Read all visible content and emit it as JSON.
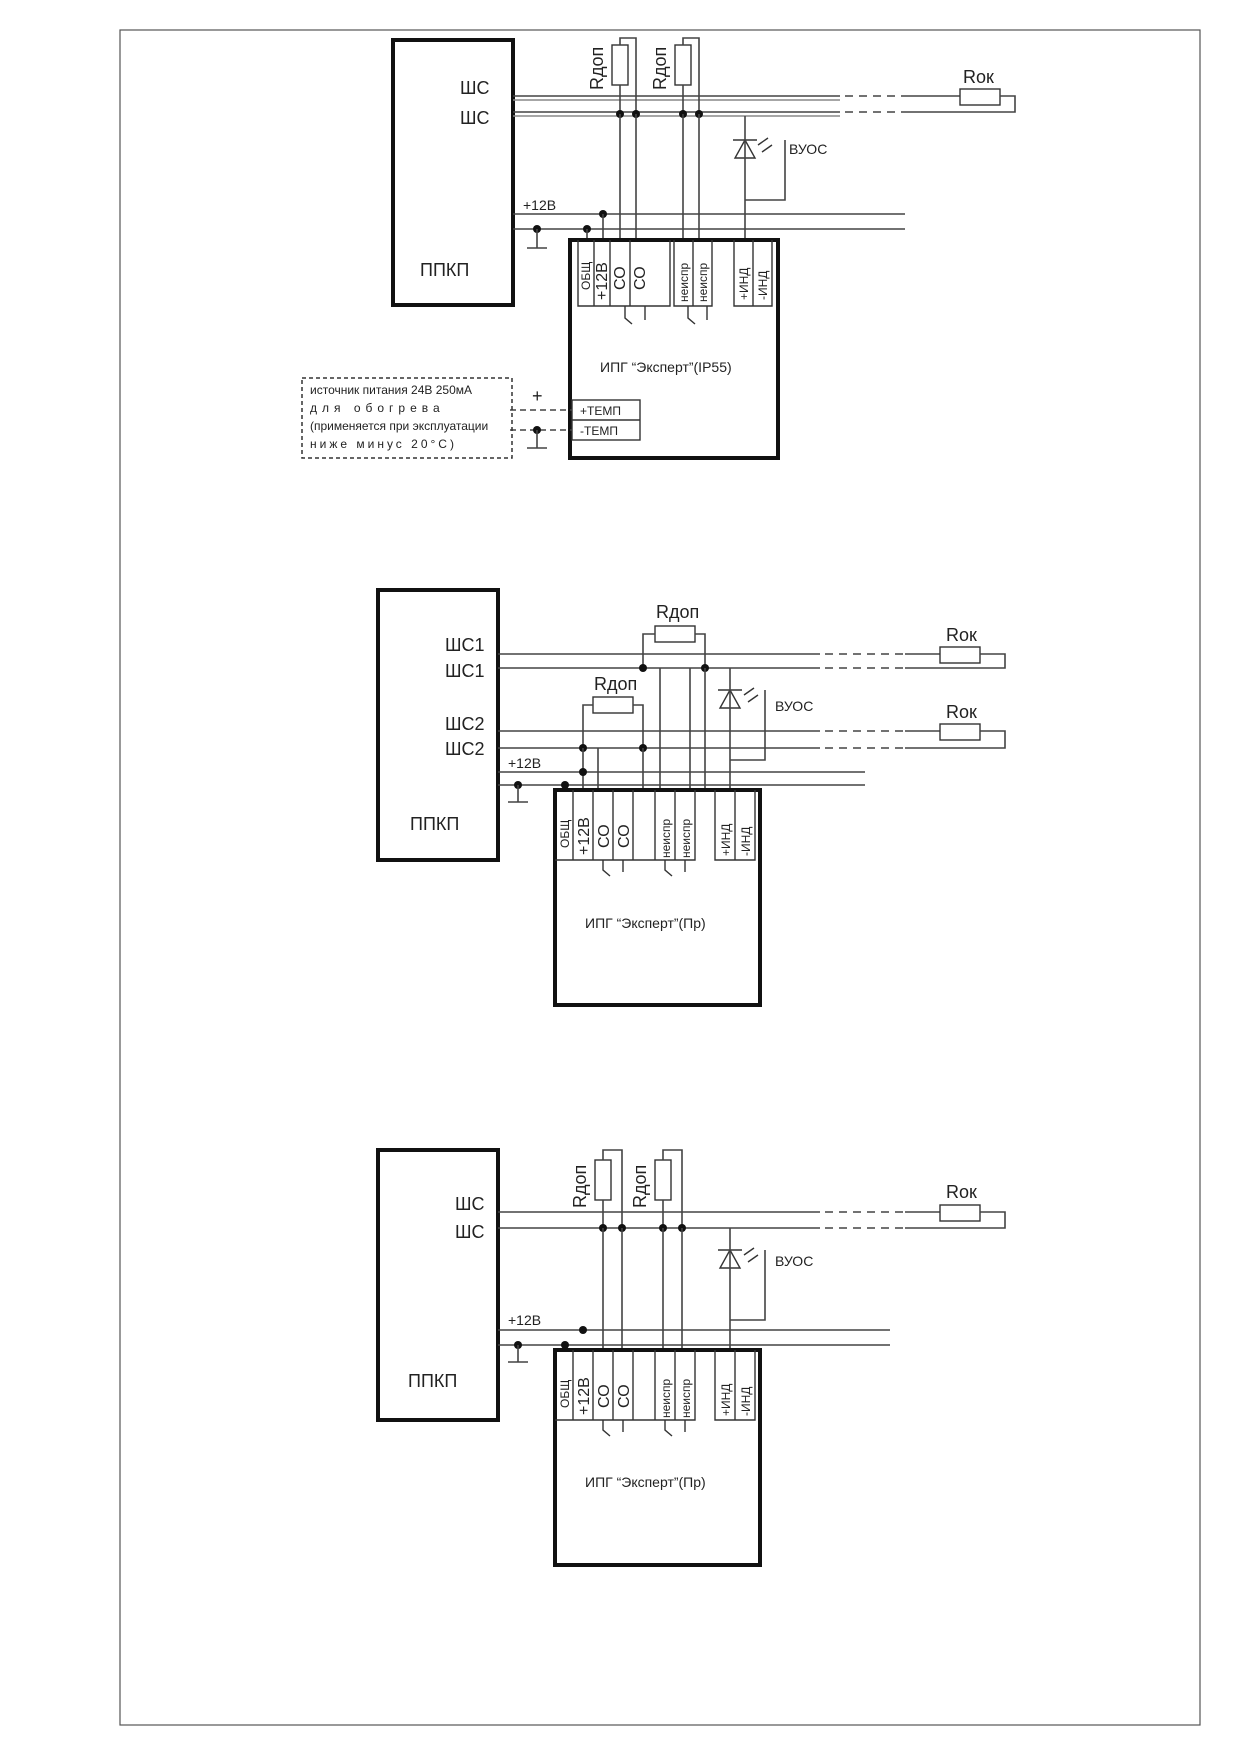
{
  "diagrams": [
    {
      "loop_a": "ШС",
      "loop_b": "ШС",
      "panel": "ППКП",
      "supply": "+12В",
      "r_add_1": "Rдоп",
      "r_add_2": "Rдоп",
      "r_end": "Rок",
      "led": "ВУОС",
      "device": "ИПГ “Эксперт”(IP55)",
      "terminals": [
        "ОБЩ",
        "+12В",
        "СО",
        "СО",
        "неиспр",
        "неиспр",
        "+ИНД",
        "-ИНД"
      ],
      "temp_terminals": [
        "+ТЕМП",
        "-ТЕМП"
      ],
      "plus_mark": "+",
      "heater_note": [
        "источник питания 24В 250мА",
        "для обогрева",
        "(применяется при эксплуатации",
        "ниже минус 20°С)"
      ]
    },
    {
      "loop_1a": "ШС1",
      "loop_1b": "ШС1",
      "loop_2a": "ШС2",
      "loop_2b": "ШС2",
      "panel": "ППКП",
      "supply": "+12В",
      "r_add_1": "Rдоп",
      "r_add_2": "Rдоп",
      "r_end_1": "Rок",
      "r_end_2": "Rок",
      "led": "ВУОС",
      "device": "ИПГ “Эксперт”(Пр)",
      "terminals": [
        "ОБЩ",
        "+12В",
        "СО",
        "СО",
        "неиспр",
        "неиспр",
        "+ИНД",
        "-ИНД"
      ]
    },
    {
      "loop_a": "ШС",
      "loop_b": "ШС",
      "panel": "ППКП",
      "supply": "+12В",
      "r_add_1": "Rдоп",
      "r_add_2": "Rдоп",
      "r_end": "Rок",
      "led": "ВУОС",
      "device": "ИПГ “Эксперт”(Пр)",
      "terminals": [
        "ОБЩ",
        "+12В",
        "СО",
        "СО",
        "неиспр",
        "неиспр",
        "+ИНД",
        "-ИНД"
      ]
    }
  ]
}
